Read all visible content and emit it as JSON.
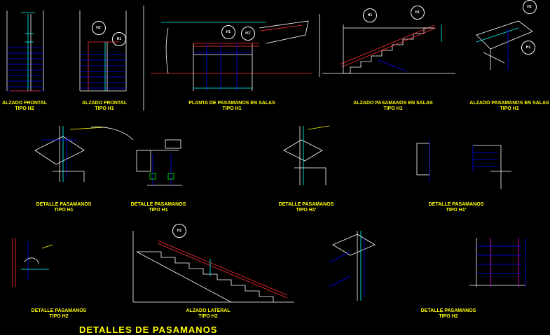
{
  "sheet_title": "DETALLES DE PASAMANOS",
  "colors": {
    "background": "#000000",
    "label": "#ffff00",
    "line_main": "#0000ff",
    "line_cyan": "#00ffff",
    "line_red": "#ff3030",
    "line_white": "#ffffff",
    "line_green": "#00ff00",
    "line_magenta": "#ff00ff"
  },
  "tags": {
    "h1": "H1",
    "h1p": "H1'",
    "h2": "H2"
  },
  "views": [
    {
      "line1": "ALZADO FRONTAL",
      "line2": "TIPO H2"
    },
    {
      "line1": "ALZADO FRONTAL",
      "line2": "TIPO H1"
    },
    {
      "line1": "PLANTA DE PASAMANOS EN SALAS",
      "line2": "TIPO H1"
    },
    {
      "line1": "ALZADO PASAMANOS EN SALAS",
      "line2": "TIPO H1"
    },
    {
      "line1": "ALZADO PASAMANOS EN SALAS",
      "line2": "TIPO H1"
    },
    {
      "line1": "DETALLE PASAMANOS",
      "line2": "TIPO H1"
    },
    {
      "line1": "DETALLE PASAMANOS",
      "line2": "TIPO H1"
    },
    {
      "line1": "DETALLE PASAMANOS",
      "line2": "TIPO H1'"
    },
    {
      "line1": "DETALLE PASAMANOS",
      "line2": "TIPO H1'"
    },
    {
      "line1": "DETALLE PASAMANOS",
      "line2": "TIPO H2"
    },
    {
      "line1": "ALZADO LATERAL",
      "line2": "TIPO H2"
    },
    {
      "line1": "DETALLE PASAMANOS",
      "line2": "TIPO H2"
    }
  ]
}
